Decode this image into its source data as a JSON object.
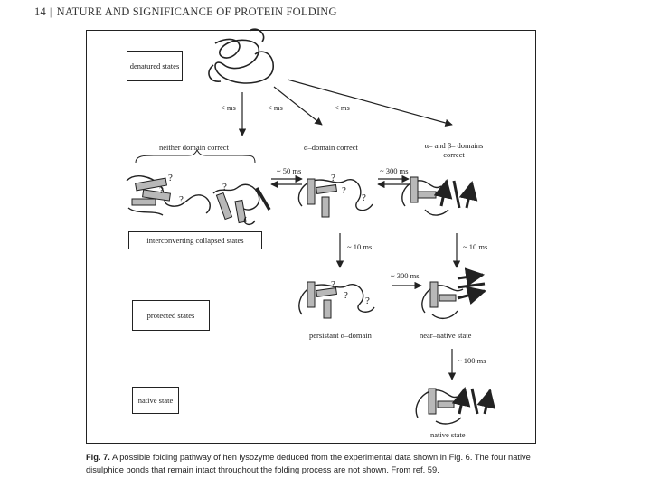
{
  "header": {
    "page_number": "14",
    "title": "NATURE AND SIGNIFICANCE OF PROTEIN FOLDING"
  },
  "figure": {
    "state_boxes": {
      "denatured": "denatured states",
      "collapsed": "interconverting collapsed states",
      "protected": "protected states",
      "native": "native state"
    },
    "transitions": {
      "t1": "< ms",
      "t2": "< ms",
      "t3": "< ms",
      "t4": "~ 50 ms",
      "t5": "~ 300 ms",
      "t6": "~ 10 ms",
      "t7": "~ 10 ms",
      "t8": "~ 300 ms",
      "t9": "~ 100 ms"
    },
    "intermediates": {
      "neither": "neither domain correct",
      "alpha": "α–domain correct",
      "alpha_beta_line1": "α– and β– domains",
      "alpha_beta_line2": "correct",
      "persistant": "persistant α–domain",
      "near_native": "near–native state",
      "native_state": "native state"
    },
    "question_mark": "?"
  },
  "caption": {
    "label": "Fig. 7.",
    "text": "A possible folding pathway of hen lysozyme deduced from the experimental data shown in Fig. 6. The four native disulphide bonds that remain intact throughout the folding process are not shown. From ref. 59."
  },
  "colors": {
    "ink": "#222222",
    "helix_fill": "#b8b8b8"
  }
}
